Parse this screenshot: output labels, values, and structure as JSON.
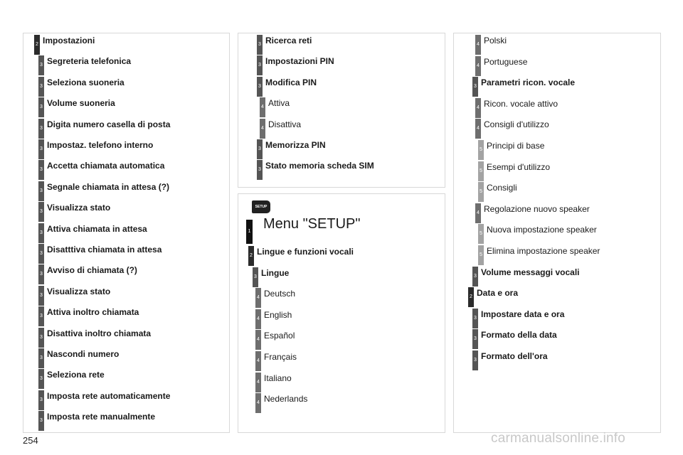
{
  "page_number": "254",
  "watermark": "carmanualsonline.info",
  "setup_icon_label": "SETUP",
  "menu_title": "Menu \"SETUP\"",
  "menu_level": "1",
  "col1": [
    {
      "level": "2",
      "text": "Impostazioni",
      "bold": true
    },
    {
      "level": "3",
      "text": "Segreteria telefonica",
      "bold": true
    },
    {
      "level": "3",
      "text": "Seleziona suoneria",
      "bold": true
    },
    {
      "level": "3",
      "text": "Volume suoneria",
      "bold": true
    },
    {
      "level": "3",
      "text": "Digita numero casella di posta",
      "bold": true
    },
    {
      "level": "3",
      "text": "Impostaz. telefono interno",
      "bold": true
    },
    {
      "level": "3",
      "text": "Accetta chiamata automatica",
      "bold": true
    },
    {
      "level": "3",
      "text": "Segnale chiamata in attesa (?)",
      "bold": true
    },
    {
      "level": "3",
      "text": "Visualizza stato",
      "bold": true
    },
    {
      "level": "3",
      "text": "Attiva chiamata in attesa",
      "bold": true
    },
    {
      "level": "3",
      "text": "Disatttiva chiamata in attesa",
      "bold": true
    },
    {
      "level": "3",
      "text": "Avviso di chiamata (?)",
      "bold": true
    },
    {
      "level": "3",
      "text": "Visualizza stato",
      "bold": true
    },
    {
      "level": "3",
      "text": "Attiva inoltro chiamata",
      "bold": true
    },
    {
      "level": "3",
      "text": "Disattiva inoltro chiamata",
      "bold": true
    },
    {
      "level": "3",
      "text": "Nascondi numero",
      "bold": true
    },
    {
      "level": "3",
      "text": "Seleziona rete",
      "bold": true
    },
    {
      "level": "3",
      "text": "Imposta rete automaticamente",
      "bold": true
    },
    {
      "level": "3",
      "text": "Imposta rete manualmente",
      "bold": true
    }
  ],
  "col2_top": [
    {
      "level": "3",
      "text": "Ricerca reti",
      "bold": true
    },
    {
      "level": "3",
      "text": "Impostazioni PIN",
      "bold": true
    },
    {
      "level": "3",
      "text": "Modifica PIN",
      "bold": true
    },
    {
      "level": "4",
      "text": "Attiva",
      "bold": false
    },
    {
      "level": "4",
      "text": "Disattiva",
      "bold": false
    },
    {
      "level": "3",
      "text": "Memorizza PIN",
      "bold": true
    },
    {
      "level": "3",
      "text": "Stato memoria scheda SIM",
      "bold": true
    }
  ],
  "col2_bottom": [
    {
      "level": "2",
      "text": "Lingue e funzioni vocali",
      "bold": true
    },
    {
      "level": "3",
      "text": "Lingue",
      "bold": true
    },
    {
      "level": "4",
      "text": "Deutsch",
      "bold": false
    },
    {
      "level": "4",
      "text": "English",
      "bold": false
    },
    {
      "level": "4",
      "text": "Español",
      "bold": false
    },
    {
      "level": "4",
      "text": "Français",
      "bold": false
    },
    {
      "level": "4",
      "text": "Italiano",
      "bold": false
    },
    {
      "level": "4",
      "text": "Nederlands",
      "bold": false
    }
  ],
  "col3": [
    {
      "level": "4",
      "text": "Polski",
      "bold": false
    },
    {
      "level": "4",
      "text": "Portuguese",
      "bold": false
    },
    {
      "level": "3",
      "text": "Parametri ricon. vocale",
      "bold": true
    },
    {
      "level": "4",
      "text": "Ricon. vocale attivo",
      "bold": false
    },
    {
      "level": "4",
      "text": "Consigli d'utilizzo",
      "bold": false
    },
    {
      "level": "5",
      "text": "Principi di base",
      "bold": false
    },
    {
      "level": "5",
      "text": "Esempi d'utilizzo",
      "bold": false
    },
    {
      "level": "5",
      "text": "Consigli",
      "bold": false
    },
    {
      "level": "4",
      "text": "Regolazione nuovo speaker",
      "bold": false
    },
    {
      "level": "5",
      "text": "Nuova impostazione speaker",
      "bold": false
    },
    {
      "level": "5",
      "text": "Elimina impostazione speaker",
      "bold": false
    },
    {
      "level": "3",
      "text": "Volume messaggi vocali",
      "bold": true
    },
    {
      "level": "2",
      "text": "Data e ora",
      "bold": true
    },
    {
      "level": "3",
      "text": "Impostare data e ora",
      "bold": true
    },
    {
      "level": "3",
      "text": "Formato della data",
      "bold": true
    },
    {
      "level": "3",
      "text": "Formato dell'ora",
      "bold": true
    }
  ]
}
